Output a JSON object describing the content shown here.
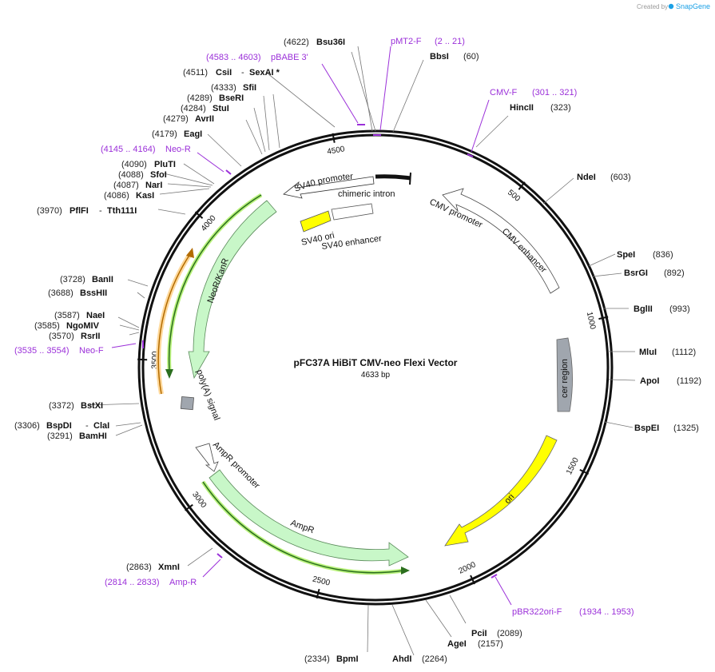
{
  "credit": {
    "created_by": "Created by",
    "brand": "SnapGene"
  },
  "plasmid": {
    "name": "pFC37A HiBiT CMV-neo Flexi Vector",
    "size_label": "4633 bp"
  },
  "ticks": [
    "500",
    "1000",
    "1500",
    "2000",
    "2500",
    "3000",
    "3500",
    "4000",
    "4500"
  ],
  "colors": {
    "primer": "#9b30d9",
    "resistance": "#c8f7c8",
    "ori": "#ffff00",
    "cer": "#a0a6ae",
    "promoter": "#ffffff",
    "orange": "#f5a623"
  },
  "enzymes": [
    {
      "name": "Bsu36I",
      "pos": "(4622)"
    },
    {
      "name": "BbsI",
      "pos": "(60)"
    },
    {
      "name": "SexAI *",
      "pos": ""
    },
    {
      "name": "CsiI",
      "pos": "(4511)"
    },
    {
      "name": "SfiI",
      "pos": "(4333)"
    },
    {
      "name": "BseRI",
      "pos": "(4289)"
    },
    {
      "name": "StuI",
      "pos": "(4284)"
    },
    {
      "name": "AvrII",
      "pos": "(4279)"
    },
    {
      "name": "EagI",
      "pos": "(4179)"
    },
    {
      "name": "HincII",
      "pos": "(323)"
    },
    {
      "name": "PluTI",
      "pos": "(4090)"
    },
    {
      "name": "SfoI",
      "pos": "(4088)"
    },
    {
      "name": "NarI",
      "pos": "(4087)"
    },
    {
      "name": "KasI",
      "pos": "(4086)"
    },
    {
      "name": "PflFI",
      "pos": "(3970)"
    },
    {
      "name": "Tth111I",
      "pos": ""
    },
    {
      "name": "NdeI",
      "pos": "(603)"
    },
    {
      "name": "SpeI",
      "pos": "(836)"
    },
    {
      "name": "BsrGI",
      "pos": "(892)"
    },
    {
      "name": "BglII",
      "pos": "(993)"
    },
    {
      "name": "MluI",
      "pos": "(1112)"
    },
    {
      "name": "ApoI",
      "pos": "(1192)"
    },
    {
      "name": "BspEI",
      "pos": "(1325)"
    },
    {
      "name": "BanII",
      "pos": "(3728)"
    },
    {
      "name": "BssHII",
      "pos": "(3688)"
    },
    {
      "name": "NaeI",
      "pos": "(3587)"
    },
    {
      "name": "NgoMIV",
      "pos": "(3585)"
    },
    {
      "name": "RsrII",
      "pos": "(3570)"
    },
    {
      "name": "BstXI",
      "pos": "(3372)"
    },
    {
      "name": "BspDI",
      "pos": "(3306)"
    },
    {
      "name": "ClaI",
      "pos": ""
    },
    {
      "name": "BamHI",
      "pos": "(3291)"
    },
    {
      "name": "XmnI",
      "pos": "(2863)"
    },
    {
      "name": "PciI",
      "pos": "(2089)"
    },
    {
      "name": "AgeI",
      "pos": "(2157)"
    },
    {
      "name": "AhdI",
      "pos": "(2264)"
    },
    {
      "name": "BpmI",
      "pos": "(2334)"
    }
  ],
  "primers": [
    {
      "name": "pMT2-F",
      "range": "(2 .. 21)"
    },
    {
      "name": "pBABE 3'",
      "range": "(4583 .. 4603)"
    },
    {
      "name": "CMV-F",
      "range": "(301 .. 321)"
    },
    {
      "name": "Neo-R",
      "range": "(4145 .. 4164)"
    },
    {
      "name": "Neo-F",
      "range": "(3535 .. 3554)"
    },
    {
      "name": "Amp-R",
      "range": "(2814 .. 2833)"
    },
    {
      "name": "pBR322ori-F",
      "range": "(1934 .. 1953)"
    }
  ],
  "features": {
    "sv40_promoter": "SV40 promoter",
    "chimeric_intron": "chimeric intron",
    "sv40_ori": "SV40 ori",
    "sv40_enhancer": "SV40 enhancer",
    "cmv_promoter": "CMV promoter",
    "cmv_enhancer": "CMV enhancer",
    "neor_kanr": "NeoR/KanR",
    "polya_signal": "poly(A) signal",
    "cer_region": "cer region",
    "ori": "ori",
    "ampr_promoter": "AmpR promoter",
    "ampr": "AmpR"
  }
}
